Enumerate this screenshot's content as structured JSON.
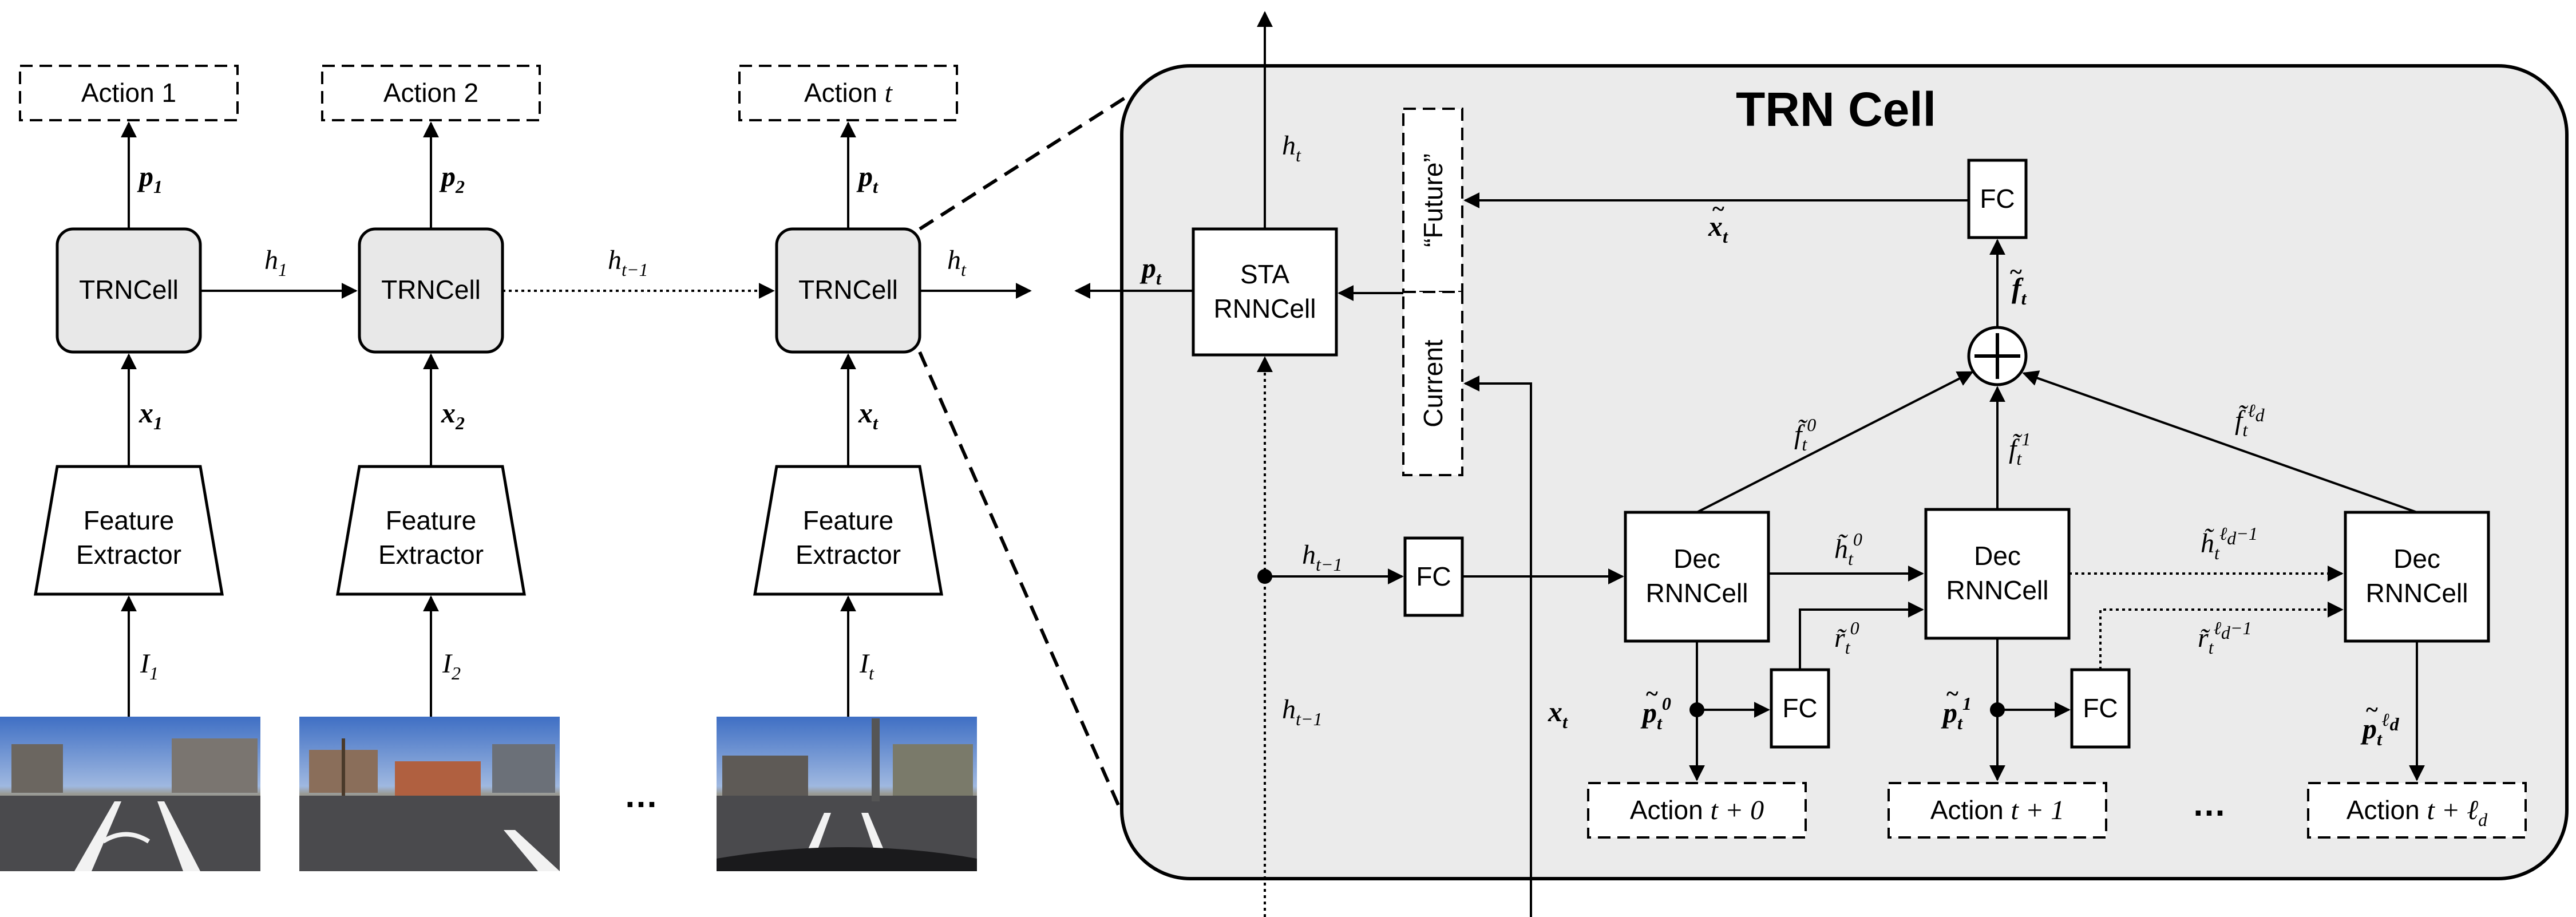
{
  "cell_title": "TRN Cell",
  "trncell_label": "TRNCell",
  "feature_extractor": {
    "line1": "Feature",
    "line2": "Extractor"
  },
  "actions": {
    "a1": {
      "text": "Action ",
      "n": "1"
    },
    "a2": {
      "text": "Action ",
      "n": "2"
    },
    "at": {
      "text": "Action ",
      "v": "t"
    }
  },
  "decoder_actions": {
    "d0": {
      "text": "Action ",
      "expr": "t + 0"
    },
    "d1": {
      "text": "Action ",
      "expr": "t + 1"
    },
    "dl": {
      "text": "Action ",
      "expr": "t + ℓ"
    }
  },
  "sta": {
    "line1": "STA",
    "line2": "RNNCell"
  },
  "dec": {
    "line1": "Dec",
    "line2": "RNNCell"
  },
  "fc_label": "FC",
  "future_label": "“Future”",
  "current_label": "Current",
  "ellipsis": "…",
  "math": {
    "p": "p",
    "x": "x",
    "h": "h",
    "I": "I",
    "f": "f",
    "r": "r",
    "t": "t"
  },
  "subs": {
    "one": "1",
    "two": "2",
    "tm1": "t−1",
    "t": "t",
    "d": "d",
    "zero": "0",
    "ld": "ℓ",
    "ldm1": "ℓ",
    "minus1": "−1"
  },
  "colors": {
    "cell_fill": "#ebebeb",
    "node_fill": "#e8e8e8",
    "stroke": "#000000",
    "sky": "#4a78c8"
  }
}
